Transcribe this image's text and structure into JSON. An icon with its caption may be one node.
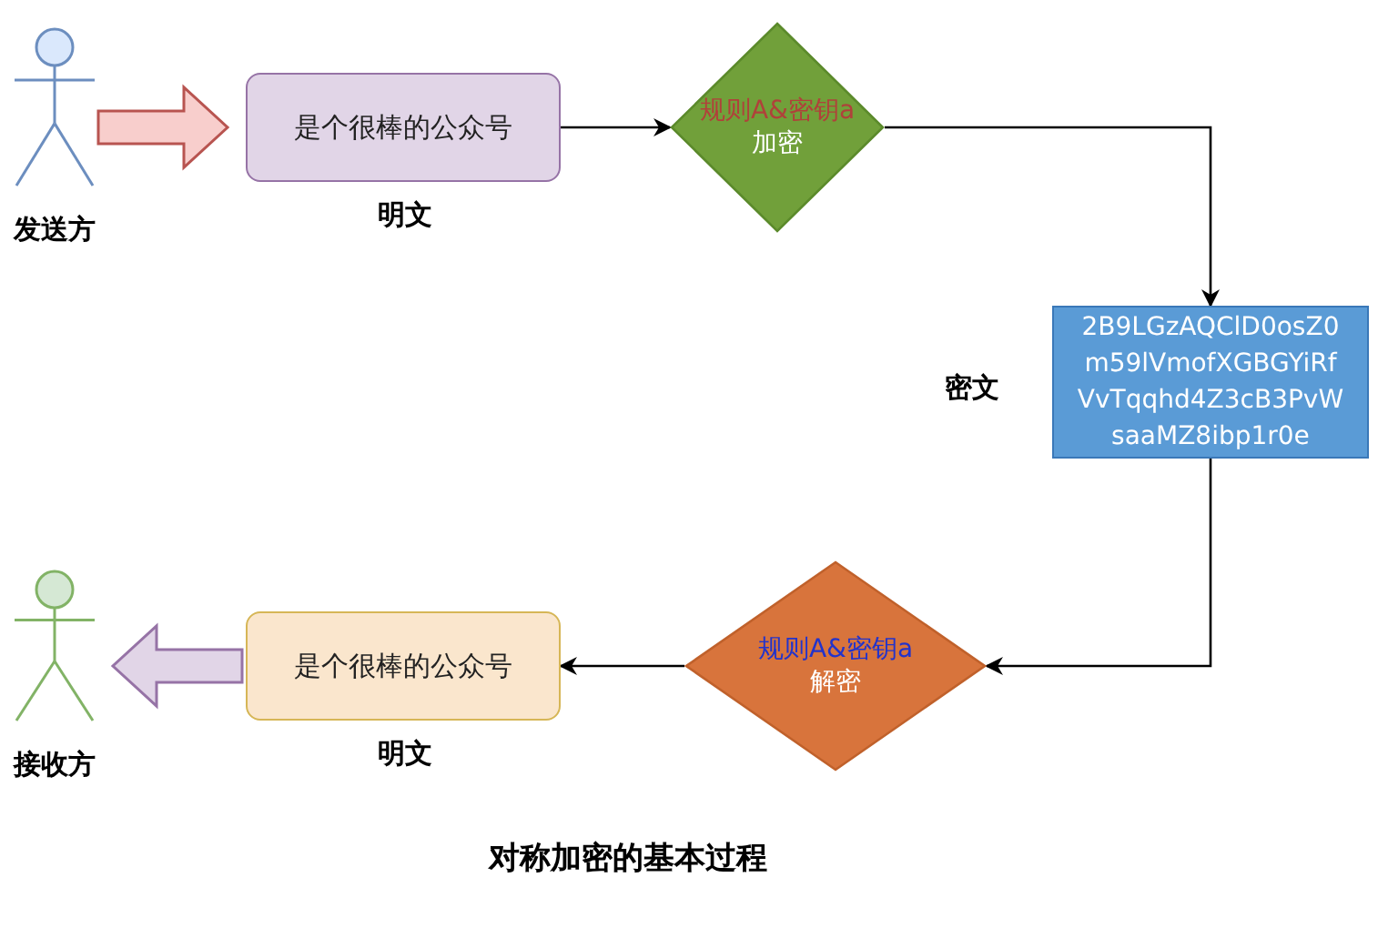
{
  "diagram": {
    "caption": "对称加密的基本过程",
    "nodes": [
      {
        "text": [],
        "shape": "person",
        "beside": [
          "发送方"
        ]
      },
      {
        "text": [
          "是个很棒的公众号"
        ],
        "beside": [
          "明文"
        ]
      },
      {
        "text": [
          "规则A&密钥a",
          "加密"
        ]
      },
      {
        "text": [
          "2B9LGzAQClD0osZ0 m59lVmofXGBGYiRf VvTqqhd4Z3cB3PvW saaMZ8ibp1r0e"
        ],
        "beside": [
          "密文"
        ]
      },
      {
        "text": [
          "规则A&密钥a",
          "解密"
        ]
      },
      {
        "text": [
          "是个很棒的公众号"
        ],
        "beside": [
          "明文"
        ]
      },
      {
        "text": [],
        "shape": "person",
        "beside": [
          "接收方"
        ]
      }
    ],
    "edges": [
      {
        "from": 0,
        "to": 1,
        "arrow": "to",
        "style": "thick",
        "color": "#f8cecc"
      },
      {
        "from": 1,
        "to": 2,
        "arrow": "to"
      },
      {
        "from": 2,
        "to": 3,
        "arrow": "to"
      },
      {
        "from": 3,
        "to": 4,
        "arrow": "to"
      },
      {
        "from": 4,
        "to": 5,
        "arrow": "to"
      },
      {
        "from": 5,
        "to": 6,
        "arrow": "to",
        "style": "thick",
        "color": "#e1d5e7"
      }
    ]
  }
}
